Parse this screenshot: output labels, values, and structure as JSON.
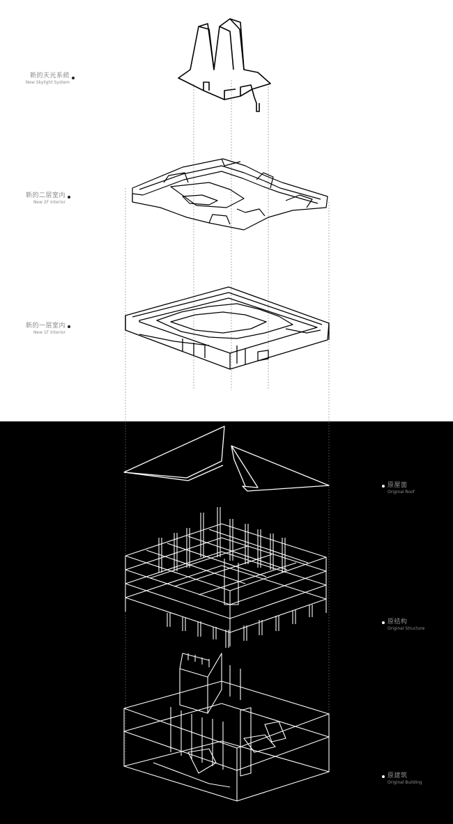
{
  "layers": [
    {
      "zh": "新的天光系統",
      "en": "New Skylight System"
    },
    {
      "zh": "新的二层室内",
      "en": "New 2F Interior"
    },
    {
      "zh": "新的一层室内",
      "en": "New 1F Interior"
    },
    {
      "zh": "原屋面",
      "en": "Original Roof"
    },
    {
      "zh": "原结构",
      "en": "Original Structure"
    },
    {
      "zh": "原建筑",
      "en": "Original Building"
    }
  ],
  "colors": {
    "top_background": "#ffffff",
    "bottom_background": "#000000",
    "line_dark": "#000000",
    "line_light": "#ffffff",
    "label_text": "#8a8a8a"
  }
}
